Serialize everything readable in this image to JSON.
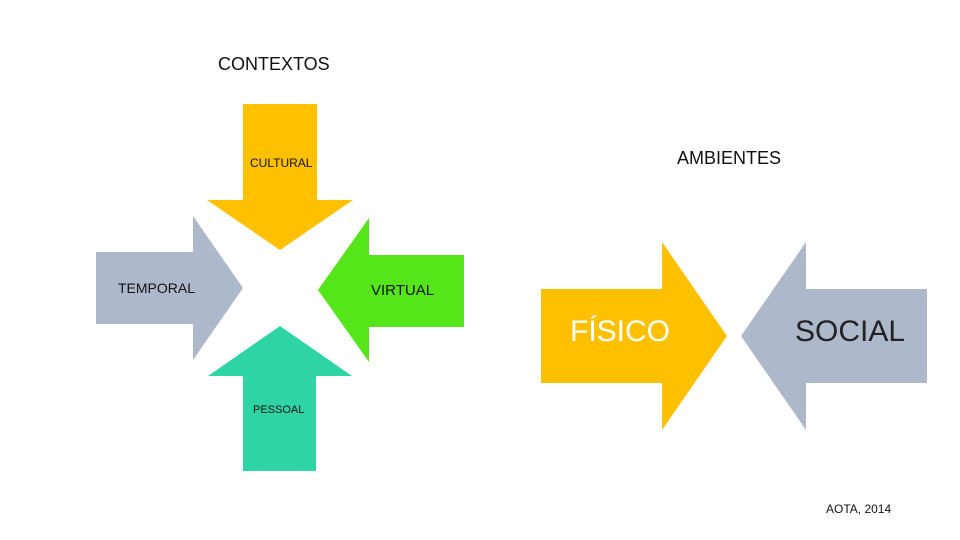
{
  "title": "CONTEXTOS",
  "contexts": {
    "cultural": "CULTURAL",
    "temporal": "TEMPORAL",
    "virtual": "VIRTUAL",
    "pessoal": "PESSOAL"
  },
  "environments": {
    "title": "AMBIENTES",
    "fisico": "FÍSICO",
    "social": "SOCIAL"
  },
  "citation": "AOTA, 2014",
  "colors": {
    "cultural": "#FFC000",
    "temporal": "#ADB9CA",
    "virtual": "#55E61A",
    "pessoal": "#2FD4A4",
    "fisico": "#FFC000",
    "social": "#ADB9CA"
  }
}
